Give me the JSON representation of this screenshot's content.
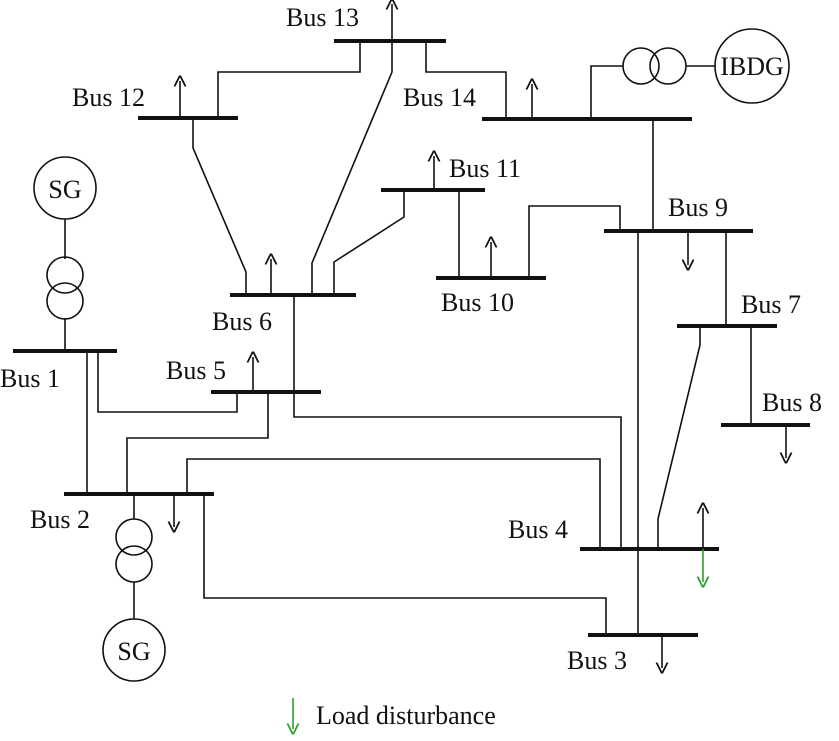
{
  "buses": {
    "bus1": "Bus 1",
    "bus2": "Bus 2",
    "bus3": "Bus 3",
    "bus4": "Bus 4",
    "bus5": "Bus 5",
    "bus6": "Bus 6",
    "bus7": "Bus 7",
    "bus8": "Bus 8",
    "bus9": "Bus 9",
    "bus10": "Bus 10",
    "bus11": "Bus 11",
    "bus12": "Bus 12",
    "bus13": "Bus 13",
    "bus14": "Bus 14"
  },
  "generators": {
    "sg_top": "SG",
    "sg_bottom": "SG",
    "ibdg": "IBDG"
  },
  "legend": {
    "label": "Load disturbance"
  },
  "colors": {
    "ink": "#111111",
    "disturbance": "#2aa02a"
  }
}
